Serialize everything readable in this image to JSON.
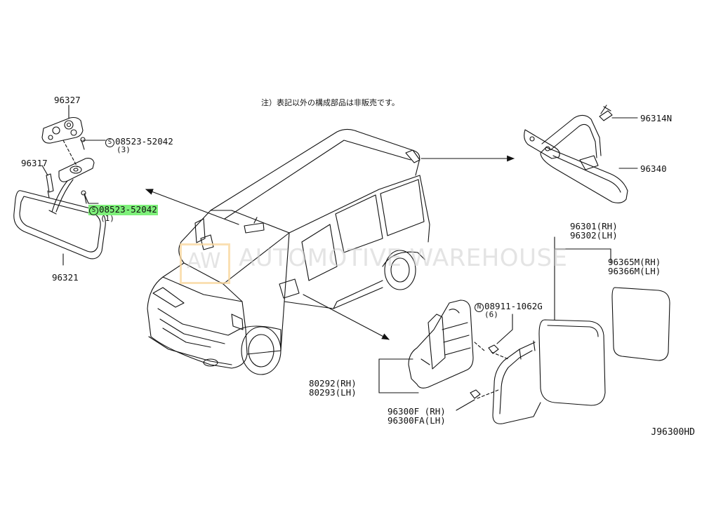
{
  "note": "注）表記以外の構成部品は非販売です。",
  "watermark": {
    "box_text": "AW",
    "text": "AUTOMOTIVE WAREHOUSE"
  },
  "diagram_code": "J96300HD",
  "labels": {
    "p96327": "96327",
    "screw_top": "08523-52042",
    "screw_top_qty": "(3)",
    "p96317": "96317",
    "screw_hl": "08523-52042",
    "screw_hl_qty": "(1)",
    "p96321": "96321",
    "p96314n": "96314N",
    "p96340": "96340",
    "p96301": "96301(RH)",
    "p96302": "96302(LH)",
    "p96365": "96365M(RH)",
    "p96366": "96366M(LH)",
    "nut": "08911-1062G",
    "nut_qty": "(6)",
    "p80292": "80292(RH)",
    "p80293": "80293(LH)",
    "p96300f": "96300F (RH)",
    "p96300fa": "96300FA(LH)"
  },
  "symbols": {
    "screw": "S",
    "nut": "N"
  },
  "colors": {
    "highlight": "#7ef07a",
    "line": "#111111",
    "watermark": "#cdcdcd",
    "watermark_box": "#f8d69b"
  }
}
